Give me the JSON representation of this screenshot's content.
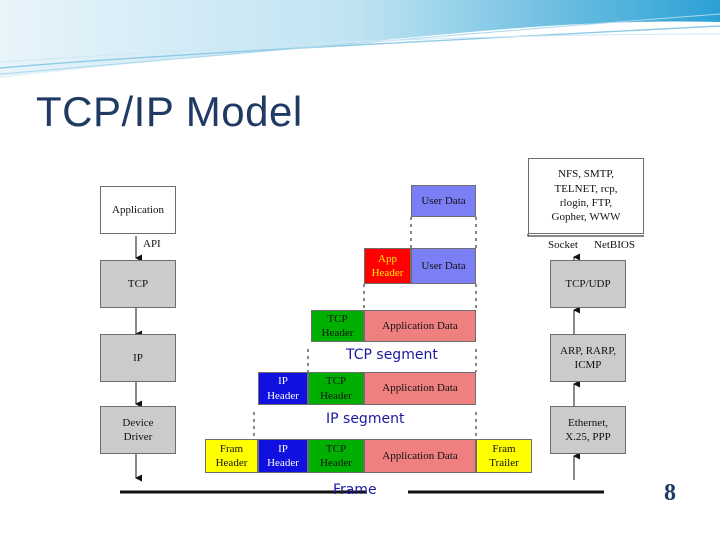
{
  "slide": {
    "title": "TCP/IP Model",
    "page_number": "8"
  },
  "left_stack": {
    "application": "Application",
    "api": "API",
    "tcp": "TCP",
    "ip": "IP",
    "device_driver": "Device\nDriver"
  },
  "right_stack": {
    "services": "NFS, SMTP,\nTELNET, rcp,\nrlogin, FTP,\nGopher, WWW",
    "socket": "Socket",
    "netbios": "NetBIOS",
    "tcp_udp": "TCP/UDP",
    "arp": "ARP, RARP,\nICMP",
    "ethernet": "Ethernet,\nX.25, PPP"
  },
  "encapsulation": {
    "user_data": "User Data",
    "app_header": "App\nHeader",
    "tcp_header": "TCP\nHeader",
    "application_data": "Application Data",
    "ip_header": "IP\nHeader",
    "fram_header": "Fram\nHeader",
    "fram_trailer": "Fram\nTrailer",
    "tcp_segment": "TCP segment",
    "ip_segment": "IP segment",
    "frame": "Frame"
  },
  "colors": {
    "title": "#1f3a63",
    "user_data": "#7b7ef5",
    "app_header": "#ff0000",
    "tcp_header": "#00b000",
    "application_data": "#f08080",
    "ip_header": "#1010e0",
    "frame": "#ffff00",
    "layer_box": "#cbcbcb"
  }
}
